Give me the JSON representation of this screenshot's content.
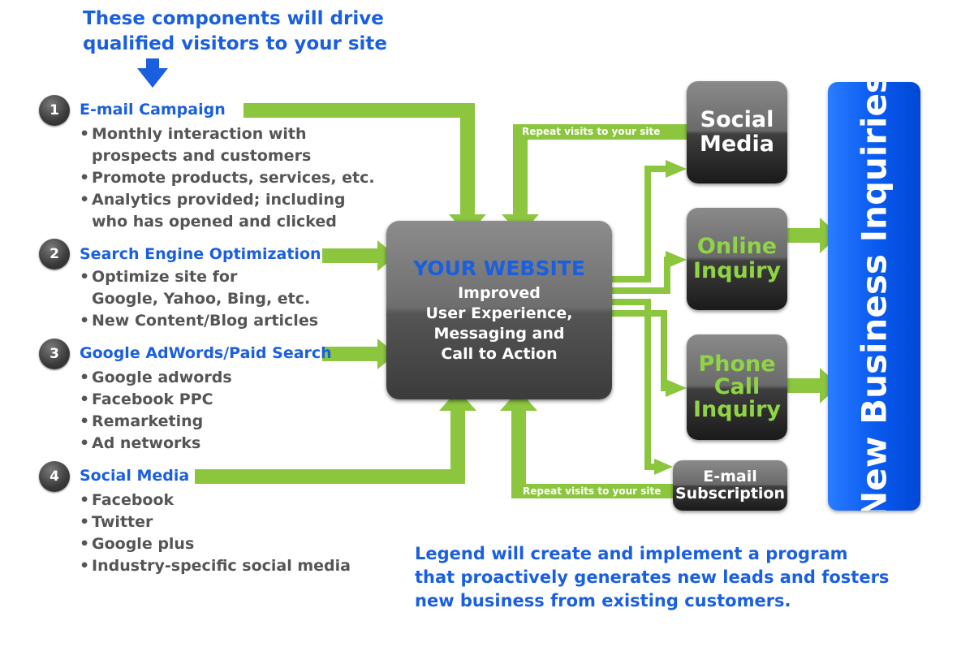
{
  "intro": {
    "line1": "These components will drive",
    "line2": "qualified visitors to your site"
  },
  "sections": [
    {
      "number": "1",
      "title": "E-mail Campaign",
      "bullets": [
        "Monthly interaction with",
        "prospects and customers",
        "Promote products, services, etc.",
        "Analytics provided; including",
        "who has opened and clicked"
      ]
    },
    {
      "number": "2",
      "title": "Search Engine Optimization",
      "bullets": [
        "Optimize site for",
        "Google, Yahoo, Bing, etc.",
        "New Content/Blog articles"
      ]
    },
    {
      "number": "3",
      "title": "Google AdWords/Paid Search",
      "bullets": [
        "Google adwords",
        "Facebook PPC",
        "Remarketing",
        "Ad networks"
      ]
    },
    {
      "number": "4",
      "title": "Social Media",
      "bullets": [
        "Facebook",
        "Twitter",
        "Google plus",
        "Industry-specific social media"
      ]
    }
  ],
  "website": {
    "title": "YOUR WEBSITE",
    "lines": [
      "Improved",
      "User Experience,",
      "Messaging and",
      "Call to Action"
    ]
  },
  "outputs": {
    "social": [
      "Social",
      "Media"
    ],
    "online": [
      "Online",
      "Inquiry"
    ],
    "phone": [
      "Phone",
      "Call",
      "Inquiry"
    ],
    "email": [
      "E-mail",
      "Subscription"
    ]
  },
  "repeat_top": "Repeat visits to your site",
  "repeat_bottom": "Repeat visits to your site",
  "new_business": "New Business Inquiries",
  "footer": {
    "line1": "Legend will create and implement a program",
    "line2": "that proactively generates new leads and fosters",
    "line3": "new business from existing customers."
  },
  "colors": {
    "accent_blue": "#1a5fe0",
    "arrow_green": "#8cc63f",
    "label_green": "#8fd444",
    "box_dark": "#2a2a2a",
    "text_gray": "#555555"
  }
}
